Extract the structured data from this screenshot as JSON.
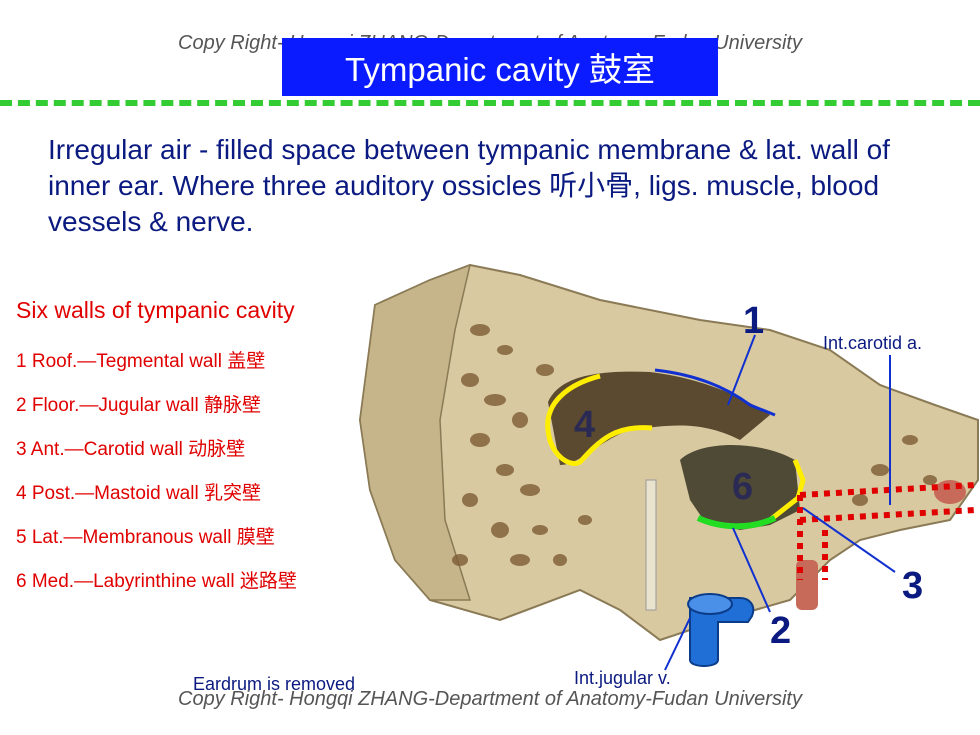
{
  "copyright_top": "Copy Right- Hongqi ZHANG-Department of Anatomy-Fudan University",
  "copyright_bottom": "Copy Right- Hongqi ZHANG-Department of Anatomy-Fudan University",
  "title": "Tympanic cavity 鼓室",
  "intro": "Irregular air - filled space between tympanic membrane & lat. wall of inner ear. Where three auditory ossicles 听小骨, ligs. muscle, blood vessels & nerve.",
  "walls_heading": "Six walls of tympanic cavity",
  "walls": [
    "1 Roof.—Tegmental wall 盖壁",
    "2 Floor.—Jugular wall 静脉壁",
    "3 Ant.—Carotid wall 动脉壁",
    "4 Post.—Mastoid wall 乳突壁",
    "5 Lat.—Membranous wall 膜壁",
    "6 Med.—Labyrinthine wall 迷路壁"
  ],
  "labels": {
    "n1": "1",
    "n2": "2",
    "n3": "3",
    "n4": "4",
    "n6": "6",
    "carotid": "Int.carotid a.",
    "jugular": "Int.jugular v.",
    "eardrum": "Eardrum is removed"
  },
  "colors": {
    "title_bg": "#0a1cff",
    "dash": "#33cc33",
    "walls_text": "#e00000",
    "body_text": "#0b1a80"
  }
}
